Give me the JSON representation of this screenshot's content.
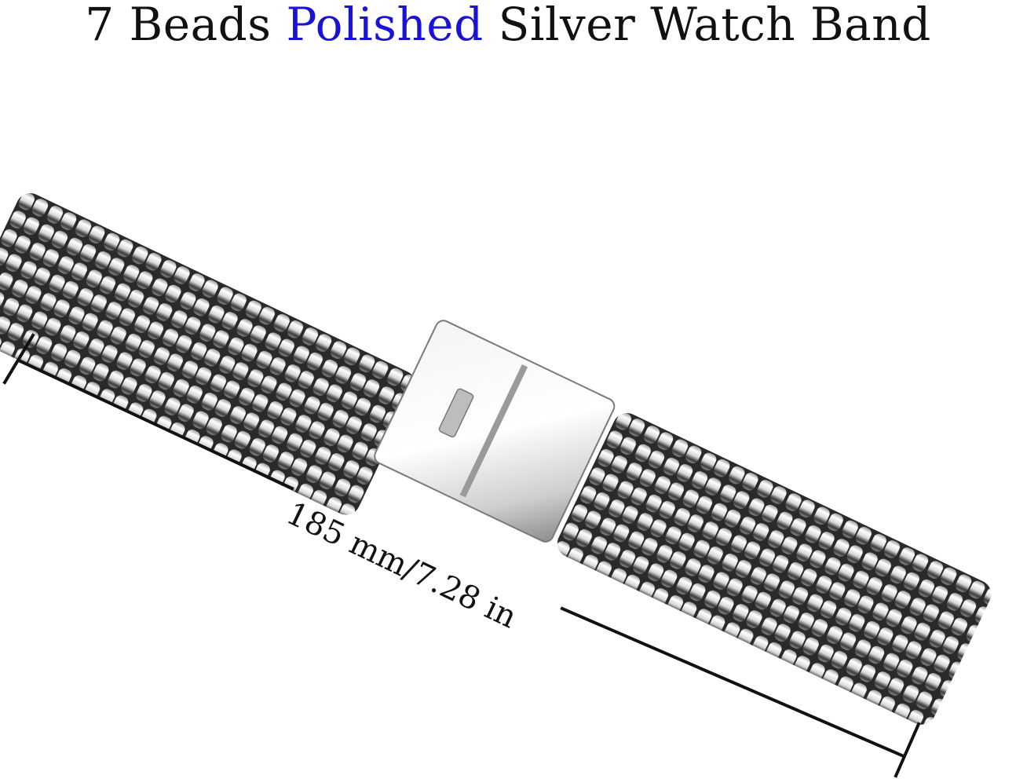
{
  "title": {
    "prefix": "7 Beads ",
    "highlight": "Polished",
    "suffix": " Silver Watch Band",
    "colors": {
      "text": "#111111",
      "accent": "#1a12d6"
    }
  },
  "product": {
    "name": "7 Beads Polished Silver Watch Band",
    "material_color": "#c8c8c8",
    "beads_per_row": 7,
    "clasp": "butterfly-deployment-clasp"
  },
  "dimension": {
    "label": "185 mm/7.28 in",
    "length_mm": 185,
    "length_in": 7.28,
    "line_color": "#111111"
  }
}
